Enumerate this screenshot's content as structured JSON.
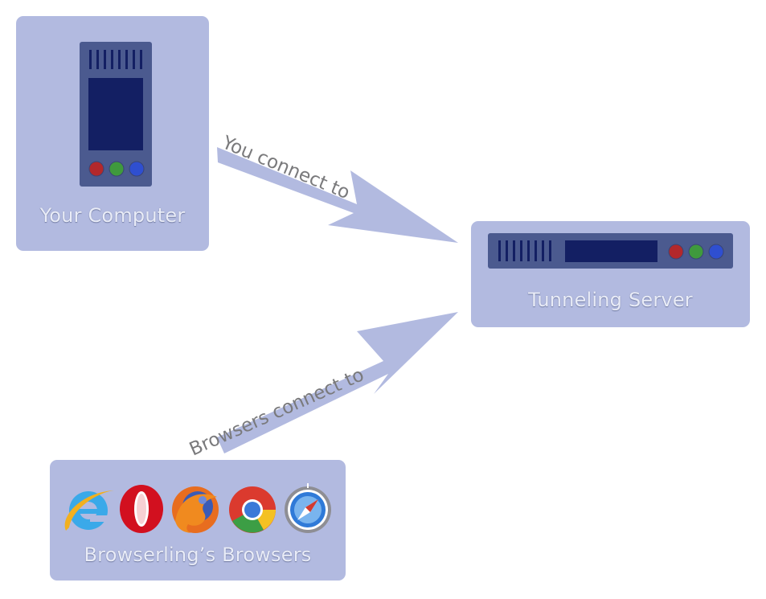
{
  "nodes": {
    "your_computer": {
      "label": "Your Computer"
    },
    "tunneling_server": {
      "label": "Tunneling Server"
    },
    "browsers": {
      "label": "Browserling’s Browsers"
    }
  },
  "edges": {
    "you_connect": {
      "label": "You connect to"
    },
    "browsers_connect": {
      "label": "Browsers connect to"
    }
  },
  "colors": {
    "card": "#b2bae0",
    "arrow": "#b2bae0",
    "device_body": "#4b5a8f",
    "device_screen": "#131f63",
    "led_red": "#b3282b",
    "led_green": "#3f9a3d",
    "led_blue": "#2f4fd0"
  },
  "icons": [
    "internet-explorer-icon",
    "opera-icon",
    "firefox-icon",
    "chrome-icon",
    "safari-icon"
  ]
}
